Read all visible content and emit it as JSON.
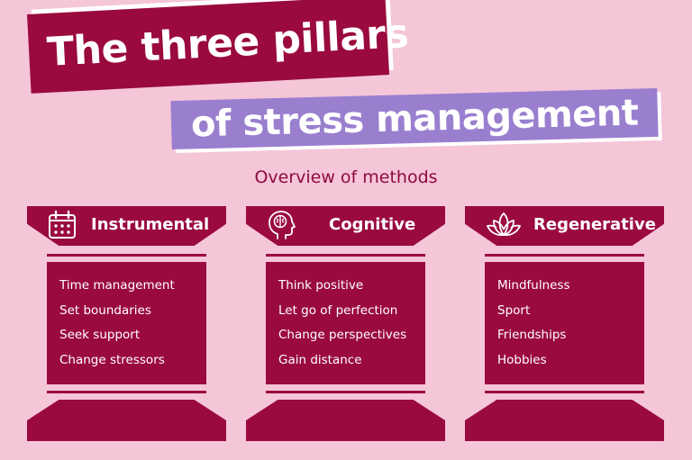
{
  "title": {
    "line1": "The three pillars",
    "line2": "of stress management"
  },
  "subtitle": "Overview of methods",
  "colors": {
    "background": "#f5c6d8",
    "pillar": "#9a0a3f",
    "title_line2_bg": "#9a7fcf",
    "subtitle_text": "#8e0a3b"
  },
  "pillars": [
    {
      "title": "Instrumental",
      "icon": "calendar-icon",
      "items": [
        "Time management",
        "Set boundaries",
        "Seek support",
        "Change stressors"
      ]
    },
    {
      "title": "Cognitive",
      "icon": "head-brain-icon",
      "items": [
        "Think positive",
        "Let go of perfection",
        "Change perspectives",
        "Gain distance"
      ]
    },
    {
      "title": "Regenerative",
      "icon": "lotus-icon",
      "items": [
        "Mindfulness",
        "Sport",
        "Friendships",
        "Hobbies"
      ]
    }
  ]
}
